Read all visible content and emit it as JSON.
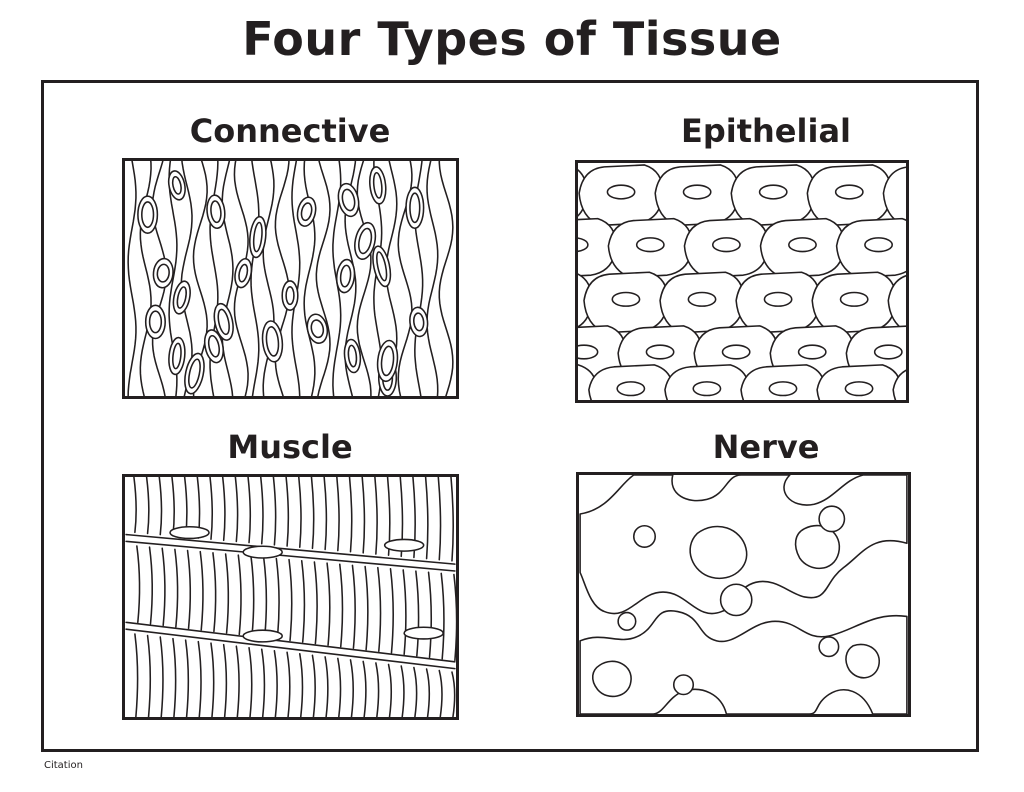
{
  "title": "Four Types of Tissue",
  "panels": {
    "connective": {
      "label": "Connective"
    },
    "epithelial": {
      "label": "Epithelial"
    },
    "muscle": {
      "label": "Muscle"
    },
    "nerve": {
      "label": "Nerve"
    }
  },
  "citation": "Citation"
}
